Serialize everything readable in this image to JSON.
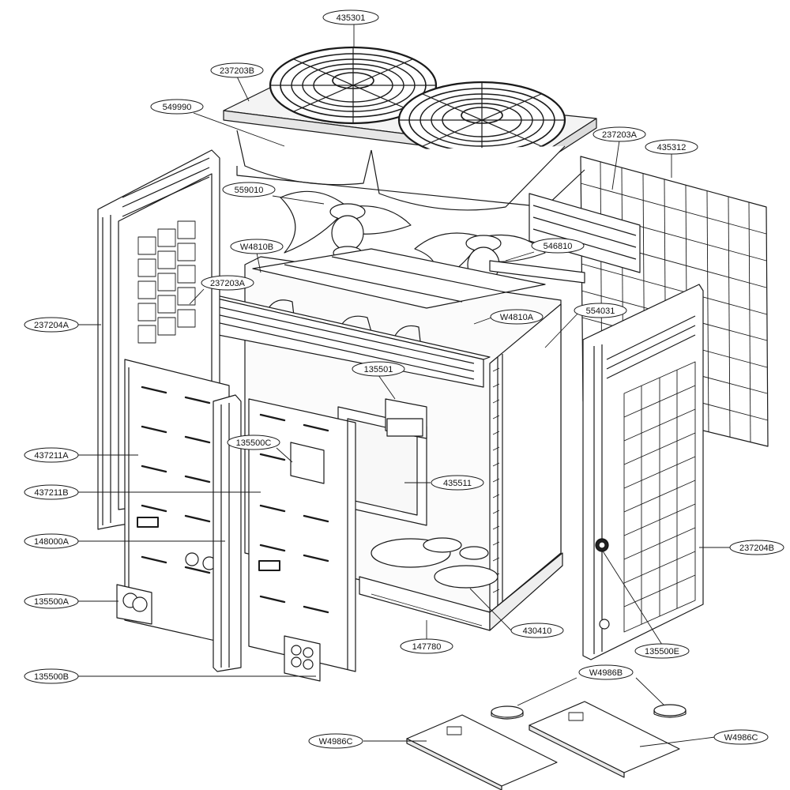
{
  "diagram": {
    "colors": {
      "line": "#1a1a1a",
      "paper": "#ffffff",
      "fill_light": "#f6f6f6",
      "fill_dark": "#2a2a2a"
    },
    "part_labels": [
      {
        "id": "l1",
        "text": "435301"
      },
      {
        "id": "l2",
        "text": "237203B"
      },
      {
        "id": "l3",
        "text": "549990"
      },
      {
        "id": "l4",
        "text": "237203A"
      },
      {
        "id": "l5",
        "text": "435312"
      },
      {
        "id": "l6",
        "text": "559010"
      },
      {
        "id": "l7",
        "text": "W4810B"
      },
      {
        "id": "l8",
        "text": "546810"
      },
      {
        "id": "l9",
        "text": "237203A"
      },
      {
        "id": "l10",
        "text": "554031"
      },
      {
        "id": "l11",
        "text": "W4810A"
      },
      {
        "id": "l12",
        "text": "237204A"
      },
      {
        "id": "l13",
        "text": "135501"
      },
      {
        "id": "l14",
        "text": "135500C"
      },
      {
        "id": "l15",
        "text": "437211A"
      },
      {
        "id": "l16",
        "text": "435511"
      },
      {
        "id": "l17",
        "text": "437211B"
      },
      {
        "id": "l18",
        "text": "148000A"
      },
      {
        "id": "l19",
        "text": "237204B"
      },
      {
        "id": "l20",
        "text": "135500A"
      },
      {
        "id": "l21",
        "text": "430410"
      },
      {
        "id": "l22",
        "text": "147780"
      },
      {
        "id": "l23",
        "text": "135500E"
      },
      {
        "id": "l24",
        "text": "135500B"
      },
      {
        "id": "l25",
        "text": "W4986B"
      },
      {
        "id": "l26",
        "text": "W4986C"
      },
      {
        "id": "l27",
        "text": "W4986C"
      }
    ]
  }
}
